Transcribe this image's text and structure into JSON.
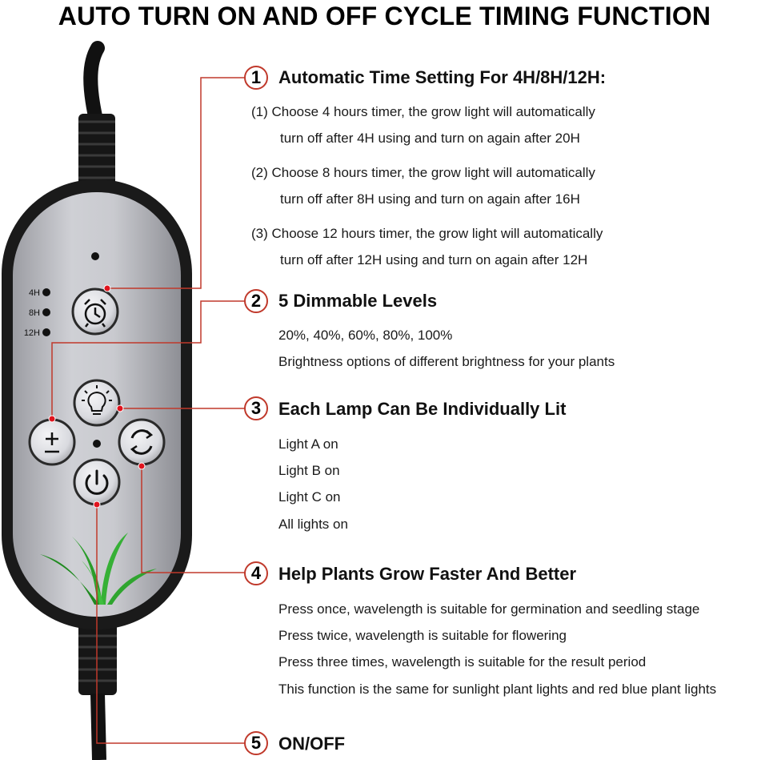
{
  "title": "AUTO TURN ON AND OFF CYCLE TIMING FUNCTION",
  "device": {
    "timer_labels": [
      "4H",
      "8H",
      "12H"
    ]
  },
  "sections": [
    {
      "number": "1",
      "title": "Automatic Time Setting For 4H/8H/12H:",
      "lines": [
        "(1)  Choose 4 hours timer, the grow light will automatically",
        "turn off after 4H using and turn on again after 20H",
        "(2)  Choose 8 hours timer, the grow light will automatically",
        "turn off after 8H using and turn on again after 16H",
        "(3)  Choose 12 hours timer, the grow light will automatically",
        "turn off after 12H using and turn on again after 12H"
      ]
    },
    {
      "number": "2",
      "title": "5 Dimmable Levels",
      "lines": [
        "20%, 40%, 60%, 80%, 100%",
        "Brightness options of different brightness for your plants"
      ]
    },
    {
      "number": "3",
      "title": "Each Lamp Can Be Individually Lit",
      "lines": [
        "Light A on",
        "Light B on",
        "Light C on",
        "All lights on"
      ]
    },
    {
      "number": "4",
      "title": "Help Plants Grow Faster And Better",
      "lines": [
        "Press once, wavelength is suitable for germination and seedling stage",
        "Press twice, wavelength is suitable for flowering",
        "Press three times, wavelength is suitable for the result period",
        "This function is the same for sunlight plant lights and red blue plant lights"
      ]
    },
    {
      "number": "5",
      "title": "ON/OFF",
      "lines": []
    }
  ],
  "colors": {
    "accent": "#c0392b",
    "connector_dot": "#e0141e",
    "panel": "#c4c5ca",
    "shell": "#1a1a1a"
  }
}
